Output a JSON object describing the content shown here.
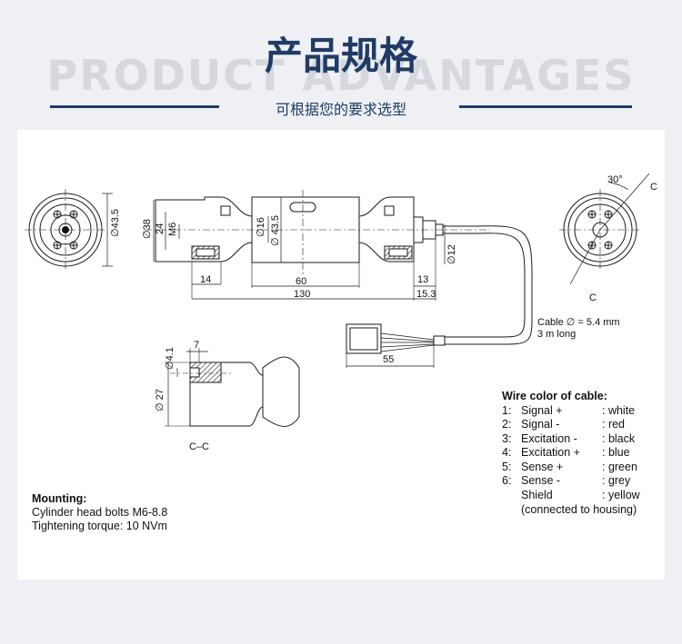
{
  "header": {
    "bg_title": "PRODUCT ADVANTAGES",
    "title": "产品规格",
    "subtitle": "可根据您的要求选型"
  },
  "drawing": {
    "dims": {
      "d43_5_left": "∅43.5",
      "d38": "∅38",
      "d24": "24",
      "m6": "M6",
      "d16": "∅16",
      "d43_5_center": "∅ 43.5",
      "d12": "∅12",
      "w14": "14",
      "w60": "60",
      "w130": "130",
      "w13": "13",
      "w15_3": "15.3",
      "w55": "55",
      "w7": "7",
      "d4_1": "∅4.1",
      "d27": "∅ 27",
      "angle30": "30°",
      "c_top": "C",
      "c_bottom": "C"
    },
    "cable_line1": "Cable ∅ = 5.4 mm",
    "cable_line2": "3 m long",
    "section_label": "C–C",
    "mounting": {
      "title": "Mounting:",
      "line1": "Cylinder head bolts M6-8.8",
      "line2": "Tightening torque: 10 NVm"
    },
    "wire": {
      "title": "Wire color of cable:",
      "rows": [
        {
          "num": "1:",
          "name": "Signal +",
          "color": ": white"
        },
        {
          "num": "2:",
          "name": "Signal -",
          "color": ": red"
        },
        {
          "num": "3:",
          "name": "Excitation -",
          "color": ": black"
        },
        {
          "num": "4:",
          "name": "Excitation +",
          "color": ": blue"
        },
        {
          "num": "5:",
          "name": "Sense +",
          "color": ": green"
        },
        {
          "num": "6:",
          "name": "Sense -",
          "color": ": grey"
        },
        {
          "num": "",
          "name": "Shield",
          "color": ": yellow"
        }
      ],
      "note": "(connected to housing)"
    }
  }
}
